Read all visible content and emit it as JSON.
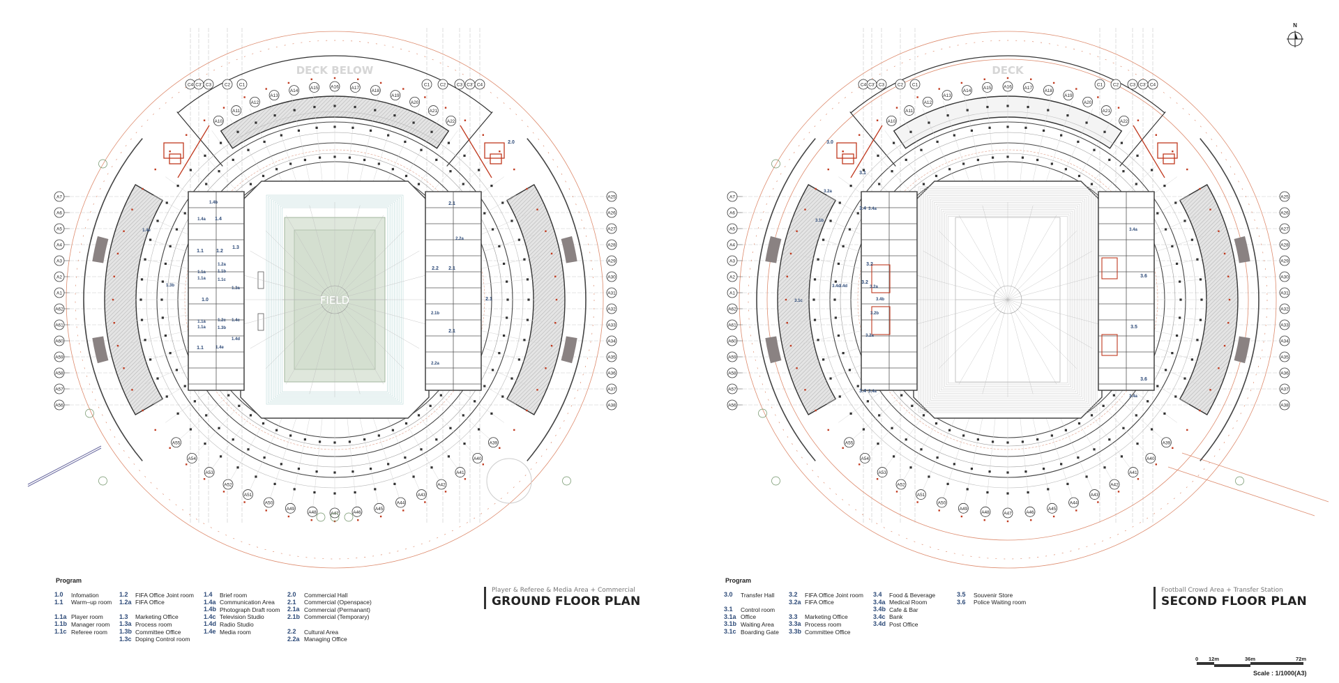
{
  "north_label": "N",
  "plans": [
    {
      "deck_label": "DECK BELOW",
      "field_label": "FIELD",
      "rooms": [
        "1.4b",
        "1.4a",
        "1.4",
        "1.4e",
        "1.1",
        "1.2",
        "1.3",
        "1.2a",
        "1.1a",
        "1.1b",
        "1.1a",
        "1.1c",
        "1.3b",
        "1.3a",
        "1.0",
        "1.2c",
        "1.1a",
        "1.1a",
        "1.3b",
        "1.4c",
        "1.4d",
        "1.1",
        "1.4e",
        "2.1",
        "2.2a",
        "2.2",
        "2.1",
        "2.1",
        "2.1b",
        "2.1",
        "2.2a",
        "2.0"
      ]
    },
    {
      "deck_label": "DECK",
      "field_label": "",
      "rooms": [
        "3.1",
        "3.2a",
        "3.1b",
        "3.2",
        "3.2",
        "3.2a",
        "3.4c",
        "3.4d",
        "3.1c",
        "3.4b",
        "3.2b",
        "3.2a",
        "3.4",
        "3.4a",
        "3.4",
        "3.4a",
        "3.4a",
        "3.6",
        "3.5",
        "3.6",
        "3.4a",
        "3.0"
      ]
    }
  ],
  "grid_labels": {
    "left": [
      "A7",
      "A6",
      "A5",
      "A4",
      "A3",
      "A2",
      "A1",
      "A62",
      "A61",
      "A60",
      "A59",
      "A58",
      "A57",
      "A56"
    ],
    "right": [
      "A25",
      "A26",
      "A27",
      "A28",
      "A29",
      "A30",
      "A31",
      "A32",
      "A33",
      "A34",
      "A35",
      "A36",
      "A37",
      "A38"
    ],
    "top_c": [
      "C4",
      "C3'",
      "C3",
      "C2",
      "C1",
      "C1",
      "C2",
      "C3",
      "C3'",
      "C4"
    ],
    "top_a": [
      "A10",
      "A11",
      "A12",
      "A13",
      "A14",
      "A15",
      "A16",
      "A17",
      "A18",
      "A19",
      "A20",
      "A21",
      "A22"
    ],
    "bottom_a": [
      "A55",
      "A54",
      "A53",
      "A52",
      "A51",
      "A50",
      "A49",
      "A48",
      "A47",
      "A46",
      "A45",
      "A44",
      "A43",
      "A42",
      "A41",
      "A40",
      "A39"
    ]
  },
  "ground_floor": {
    "program_heading": "Program",
    "subtitle": "Player & Referee & Media Area + Commercial",
    "title": "GROUND FLOOR PLAN",
    "columns": [
      [
        {
          "code": "1.0",
          "label": "Infomation"
        },
        {
          "code": "1.1",
          "label": "Warm–up room"
        },
        null,
        {
          "code": "1.1a",
          "label": "Player room"
        },
        {
          "code": "1.1b",
          "label": "Manager room"
        },
        {
          "code": "1.1c",
          "label": "Referee room"
        }
      ],
      [
        {
          "code": "1.2",
          "label": "FIFA Office Joint room"
        },
        {
          "code": "1.2a",
          "label": "FIFA Office"
        },
        null,
        {
          "code": "1.3",
          "label": "Marketing Office"
        },
        {
          "code": "1.3a",
          "label": "Process room"
        },
        {
          "code": "1.3b",
          "label": "Committee Office"
        },
        {
          "code": "1.3c",
          "label": "Doping Control room"
        }
      ],
      [
        {
          "code": "1.4",
          "label": "Brief room"
        },
        {
          "code": "1.4a",
          "label": "Communication Area"
        },
        {
          "code": "1.4b",
          "label": "Photograph Draft room"
        },
        {
          "code": "1.4c",
          "label": "Television Studio"
        },
        {
          "code": "1.4d",
          "label": "Radio Studio"
        },
        {
          "code": "1.4e",
          "label": "Media room"
        }
      ],
      [
        {
          "code": "2.0",
          "label": "Commercial Hall"
        },
        {
          "code": "2.1",
          "label": "Commercial (Openspace)"
        },
        {
          "code": "2.1a",
          "label": "Commercial (Permanant)"
        },
        {
          "code": "2.1b",
          "label": "Commercial (Temporary)"
        },
        null,
        {
          "code": "2.2",
          "label": "Cultural Area"
        },
        {
          "code": "2.2a",
          "label": "Managing Office"
        }
      ]
    ]
  },
  "second_floor": {
    "program_heading": "Program",
    "subtitle": "Football Crowd Area + Transfer Station",
    "title": "SECOND FLOOR PLAN",
    "columns": [
      [
        {
          "code": "3.0",
          "label": "Transfer Hall"
        },
        null,
        {
          "code": "3.1",
          "label": "Control room"
        },
        {
          "code": "3.1a",
          "label": "Office"
        },
        {
          "code": "3.1b",
          "label": "Waiting Area"
        },
        {
          "code": "3.1c",
          "label": "Boarding Gate"
        }
      ],
      [
        {
          "code": "3.2",
          "label": "FIFA Office Joint room"
        },
        {
          "code": "3.2a",
          "label": "FIFA Office"
        },
        null,
        {
          "code": "3.3",
          "label": "Marketing Office"
        },
        {
          "code": "3.3a",
          "label": "Process room"
        },
        {
          "code": "3.3b",
          "label": "Committee Office"
        }
      ],
      [
        {
          "code": "3.4",
          "label": "Food & Beverage"
        },
        {
          "code": "3.4a",
          "label": "Medical Room"
        },
        {
          "code": "3.4b",
          "label": "Cafe & Bar"
        },
        {
          "code": "3.4c",
          "label": "Bank"
        },
        {
          "code": "3.4d",
          "label": "Post Office"
        }
      ],
      [
        {
          "code": "3.5",
          "label": "Souvenir Store"
        },
        {
          "code": "3.6",
          "label": "Police Waiting room"
        }
      ]
    ]
  },
  "scale_bar": {
    "ticks": [
      "0",
      "12m",
      "36m",
      "72m"
    ],
    "label": "Scale : 1/1000(A3)"
  },
  "colors": {
    "accent_red": "#c0391e",
    "code_blue": "#2d4a78",
    "field_green": "#dfe7dc"
  }
}
